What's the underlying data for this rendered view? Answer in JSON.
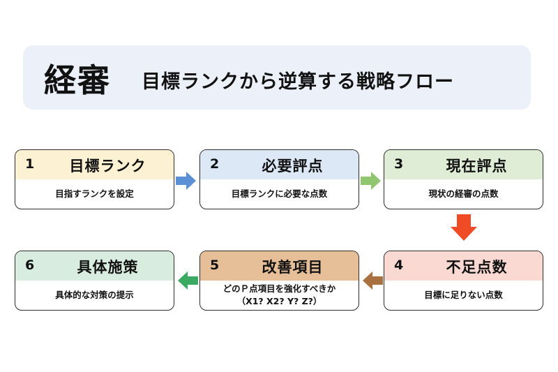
{
  "title": {
    "main": "経審",
    "sub": "目標ランクから逆算する戦略フロー"
  },
  "steps": [
    {
      "number": "1",
      "title": "目標ランク",
      "desc": "目指すランクを設定",
      "color": "#fdf1d3"
    },
    {
      "number": "2",
      "title": "必要評点",
      "desc": "目標ランクに必要な点数",
      "color": "#dde8f7"
    },
    {
      "number": "3",
      "title": "現在評点",
      "desc": "現状の経審の点数",
      "color": "#dfecd6"
    },
    {
      "number": "4",
      "title": "不足点数",
      "desc": "目標に足りない点数",
      "color": "#fbd9d3"
    },
    {
      "number": "5",
      "title": "改善項目",
      "desc": "どのＰ点項目を強化すべきか",
      "desc2": "（X1? X2? Y? Z?）",
      "color": "#e6bf98"
    },
    {
      "number": "6",
      "title": "具体施策",
      "desc": "具体的な対策の提示",
      "color": "#d9ece0"
    }
  ],
  "arrows": {
    "a1": "#5b8fd6",
    "a2": "#8fc66f",
    "a3": "#ef4b25",
    "a4": "#a9713f",
    "a5": "#3aaa63"
  }
}
